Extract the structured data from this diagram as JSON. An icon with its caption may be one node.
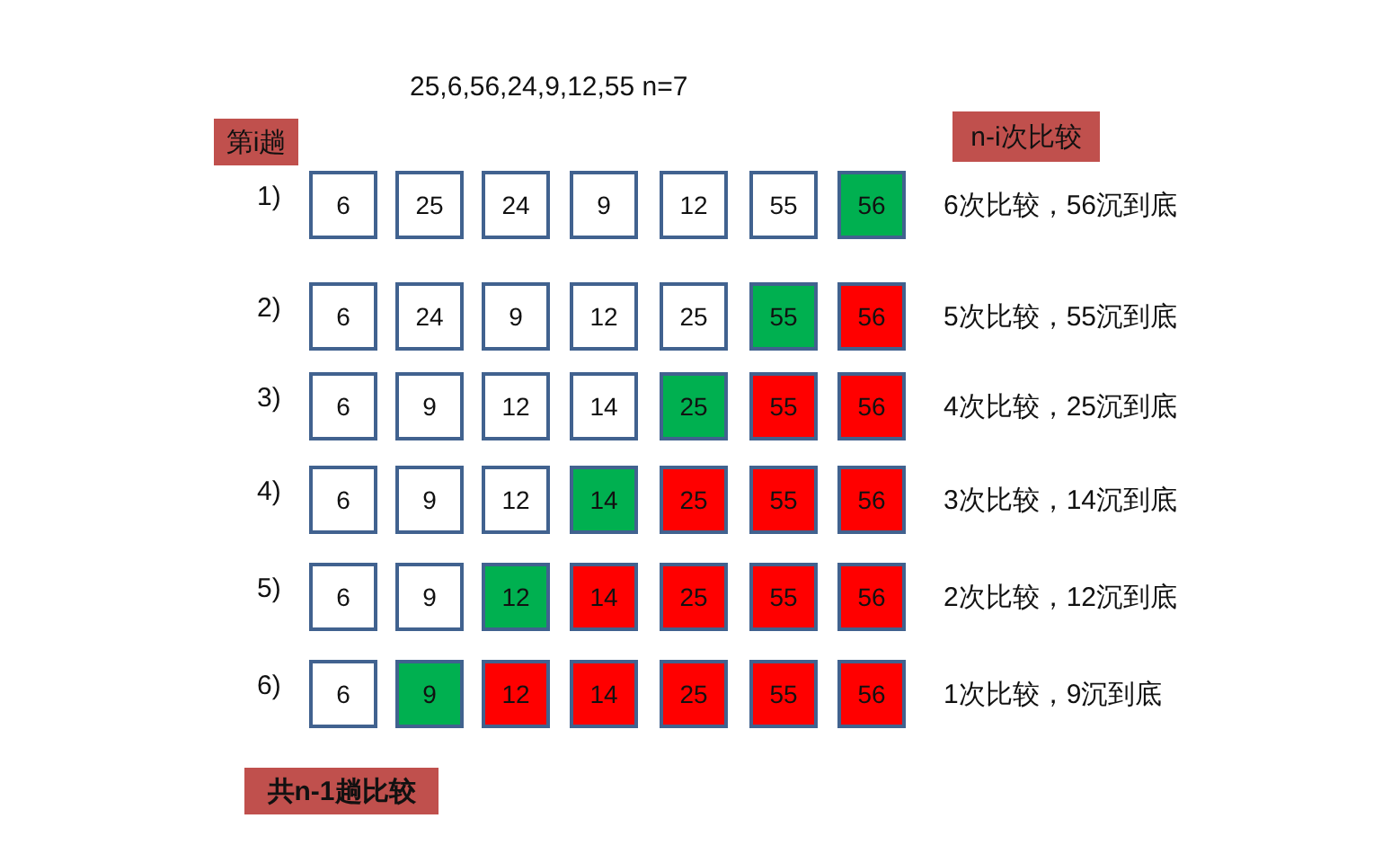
{
  "diagram": {
    "title": "25,6,56,24,9,12,55  n=7",
    "nodes": [
      {
        "text": [
          "第i趟"
        ]
      },
      {
        "text": [
          "n-i次比较"
        ]
      },
      {
        "text": [
          "6"
        ]
      },
      {
        "text": [
          "25"
        ]
      },
      {
        "text": [
          "24"
        ]
      },
      {
        "text": [
          "9"
        ]
      },
      {
        "text": [
          "12"
        ]
      },
      {
        "text": [
          "55"
        ]
      },
      {
        "text": [
          "56"
        ]
      },
      {
        "text": [
          "6"
        ]
      },
      {
        "text": [
          "24"
        ]
      },
      {
        "text": [
          "9"
        ]
      },
      {
        "text": [
          "12"
        ]
      },
      {
        "text": [
          "25"
        ]
      },
      {
        "text": [
          "55"
        ]
      },
      {
        "text": [
          "56"
        ]
      },
      {
        "text": [
          "6"
        ]
      },
      {
        "text": [
          "9"
        ]
      },
      {
        "text": [
          "12"
        ]
      },
      {
        "text": [
          "14"
        ]
      },
      {
        "text": [
          "25"
        ]
      },
      {
        "text": [
          "55"
        ]
      },
      {
        "text": [
          "56"
        ]
      },
      {
        "text": [
          "6"
        ]
      },
      {
        "text": [
          "9"
        ]
      },
      {
        "text": [
          "12"
        ]
      },
      {
        "text": [
          "14"
        ]
      },
      {
        "text": [
          "25"
        ]
      },
      {
        "text": [
          "55"
        ]
      },
      {
        "text": [
          "56"
        ]
      },
      {
        "text": [
          "6"
        ]
      },
      {
        "text": [
          "9"
        ]
      },
      {
        "text": [
          "12"
        ]
      },
      {
        "text": [
          "14"
        ]
      },
      {
        "text": [
          "25"
        ]
      },
      {
        "text": [
          "55"
        ]
      },
      {
        "text": [
          "56"
        ]
      },
      {
        "text": [
          "6"
        ]
      },
      {
        "text": [
          "9"
        ]
      },
      {
        "text": [
          "12"
        ]
      },
      {
        "text": [
          "14"
        ]
      },
      {
        "text": [
          "25"
        ]
      },
      {
        "text": [
          "55"
        ]
      },
      {
        "text": [
          "56"
        ]
      },
      {
        "text": [
          "共n-1趟比较"
        ]
      }
    ],
    "labels": [
      "1)",
      "6次比较，56沉到底",
      "2)",
      "5次比较，55沉到底",
      "3)",
      "4次比较，25沉到底",
      "4)",
      "3次比较，14沉到底",
      "5)",
      "2次比较，12沉到底",
      "6)",
      "1次比较，9沉到底"
    ]
  }
}
